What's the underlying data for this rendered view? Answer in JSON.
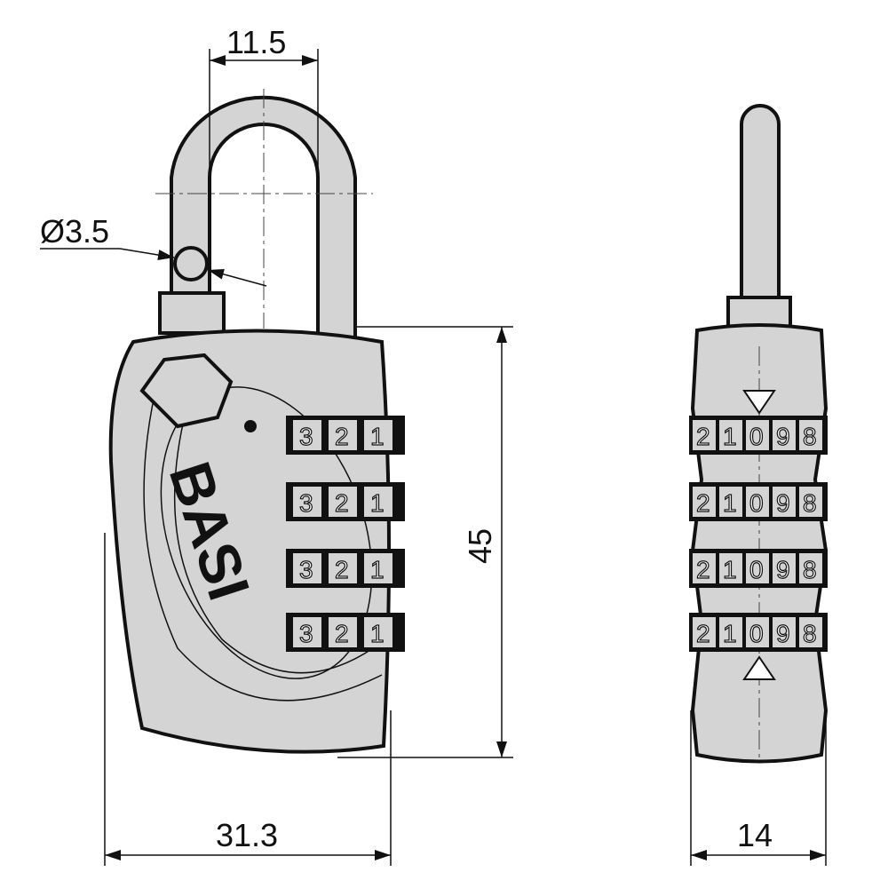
{
  "title": "Combination padlock technical drawing",
  "logo_text": "BASI",
  "dimensions": {
    "shackle_spacing": "11.5",
    "shackle_diameter": "Ø3.5",
    "height": "45",
    "width": "31.3",
    "depth": "14"
  },
  "front_dials": [
    [
      "3",
      "2",
      "1"
    ],
    [
      "3",
      "2",
      "1"
    ],
    [
      "3",
      "2",
      "1"
    ],
    [
      "3",
      "2",
      "1"
    ]
  ],
  "side_dials": [
    [
      "2",
      "1",
      "0",
      "9",
      "8"
    ],
    [
      "2",
      "1",
      "0",
      "9",
      "8"
    ],
    [
      "2",
      "1",
      "0",
      "9",
      "8"
    ],
    [
      "2",
      "1",
      "0",
      "9",
      "8"
    ]
  ],
  "colors": {
    "body": "#d4d4d4",
    "line": "#111111"
  }
}
